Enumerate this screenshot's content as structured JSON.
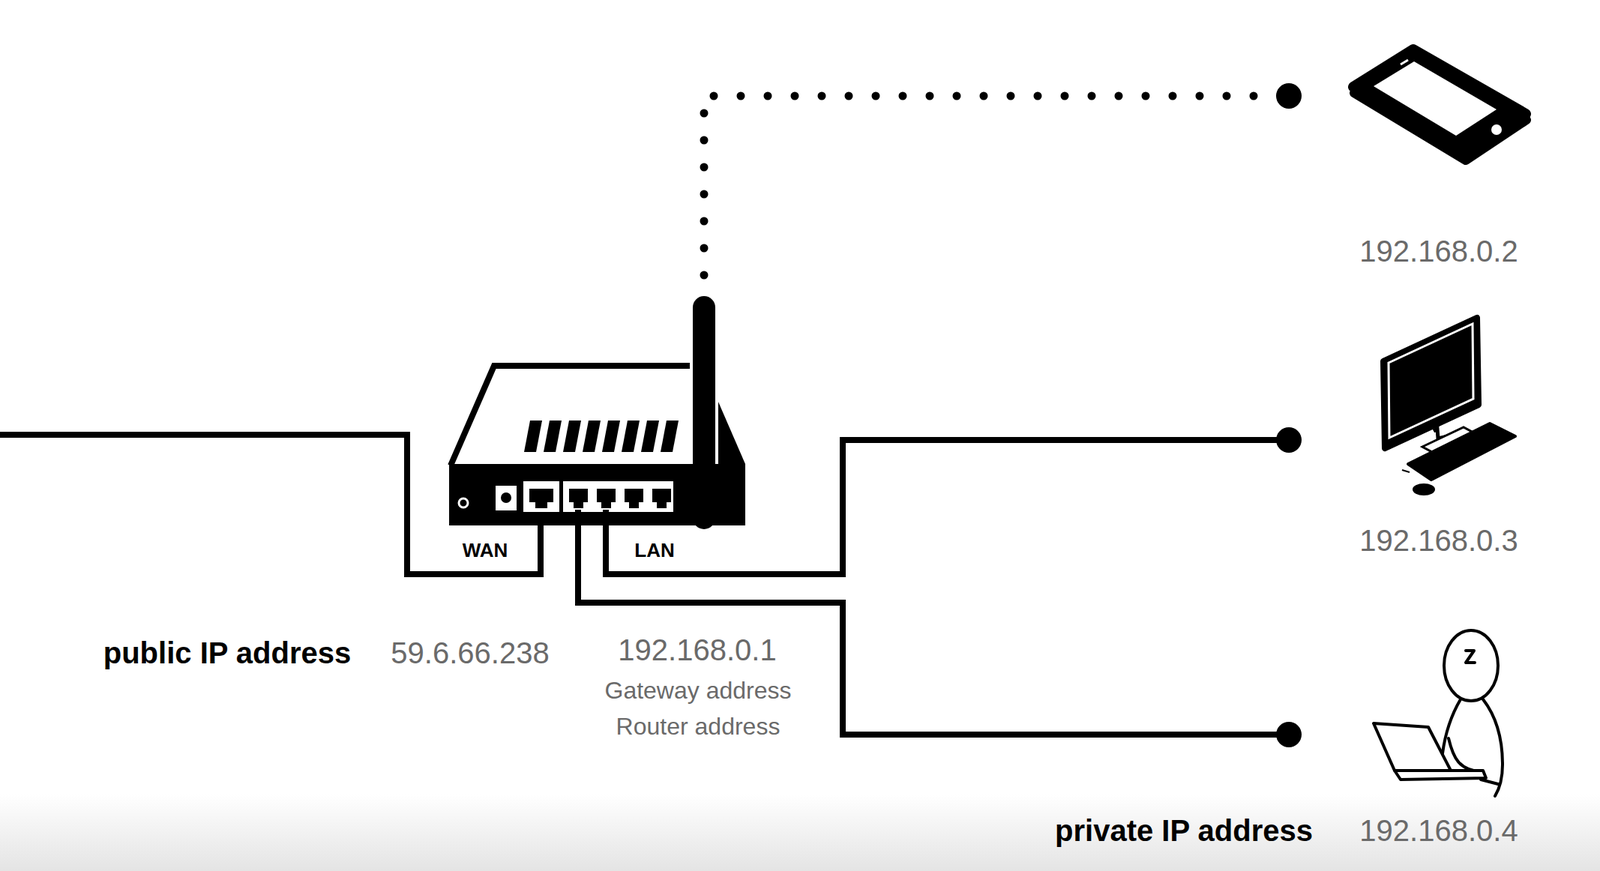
{
  "diagram": {
    "nodes": [
      {
        "text": [
          "WAN",
          "LAN"
        ]
      },
      {
        "text": [
          "192.168.0.2"
        ]
      },
      {
        "text": [
          "192.168.0.3"
        ]
      },
      {
        "text": [
          "192.168.0.4"
        ]
      }
    ],
    "edges": [
      {
        "from": 0,
        "to": 1,
        "arrow": "none"
      },
      {
        "from": 0,
        "to": 2,
        "arrow": "none"
      },
      {
        "from": 0,
        "to": 3,
        "arrow": "none"
      }
    ],
    "labels": [
      "public IP address",
      "59.6.66.238",
      "192.168.0.1",
      "Gateway address",
      "Router address",
      "private IP address"
    ]
  }
}
